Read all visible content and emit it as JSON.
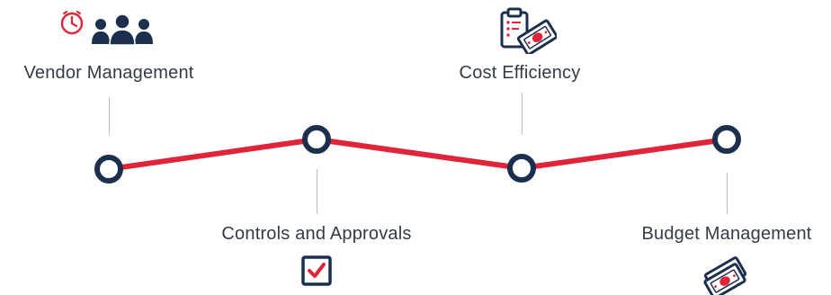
{
  "colors": {
    "accent_red": "#e0253a",
    "navy": "#1c2f4f",
    "text": "#333b47",
    "connector": "#b9bcc1"
  },
  "milestones": [
    {
      "label": "Vendor Management",
      "icon": "people-with-clock-icon",
      "side": "top"
    },
    {
      "label": "Controls and Approvals",
      "icon": "checkbox-icon",
      "side": "bottom"
    },
    {
      "label": "Cost Efficiency",
      "icon": "clipboard-money-icon",
      "side": "top"
    },
    {
      "label": "Budget Management",
      "icon": "money-bills-icon",
      "side": "bottom"
    }
  ]
}
